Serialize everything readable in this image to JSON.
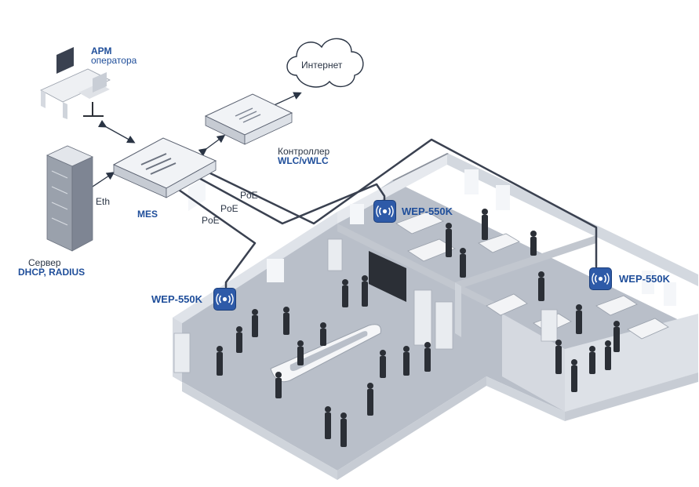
{
  "labels": {
    "arm_line1": "АРМ",
    "arm_line2": "оператора",
    "internet": "Интернет",
    "controller_line1": "Контроллер",
    "controller_line2": "WLC/vWLC",
    "mes": "MES",
    "eth": "Eth",
    "poe1": "PoE",
    "poe2": "PoE",
    "poe3": "PoE",
    "server_line1": "Сервер",
    "server_line2": "DHCP, RADIUS"
  },
  "access_points": [
    {
      "label": "WEP-550K"
    },
    {
      "label": "WEP-550K"
    },
    {
      "label": "WEP-550K"
    }
  ],
  "colors": {
    "brand_blue": "#1f4e9a",
    "ap_icon": "#2e5aa8",
    "cable": "#3a4150",
    "floor": "#b9bfc9",
    "wall": "#e6e9ee"
  }
}
